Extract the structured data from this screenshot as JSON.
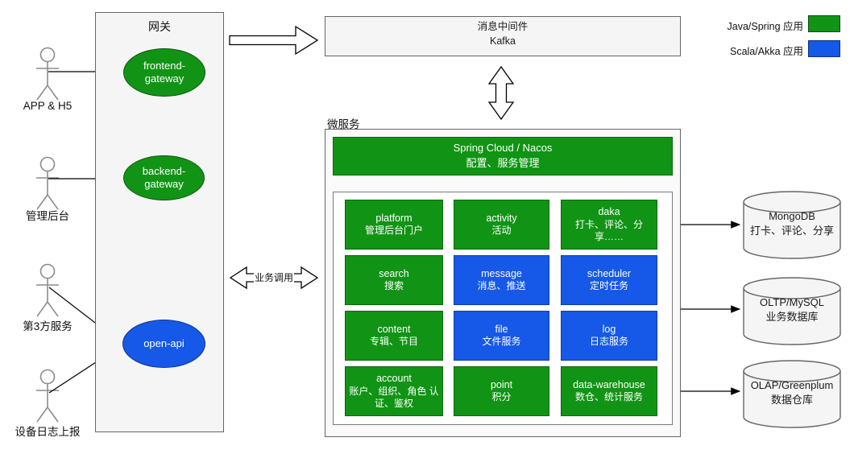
{
  "colors": {
    "green": "#119415",
    "blue": "#1659e8",
    "panel_bg": "#f5f5f5",
    "border_gray": "#666666"
  },
  "legend": [
    {
      "label": "Java/Spring 应用",
      "color": "green"
    },
    {
      "label": "Scala/Akka 应用",
      "color": "blue"
    }
  ],
  "actors": [
    {
      "label": "APP & H5"
    },
    {
      "label": "管理后台"
    },
    {
      "label": "第3方服务"
    },
    {
      "label": "设备日志上报"
    }
  ],
  "gateway": {
    "title": "网关",
    "nodes": [
      {
        "name": "frontend-gateway",
        "color": "green"
      },
      {
        "name": "backend-gateway",
        "color": "green"
      },
      {
        "name": "open-api",
        "color": "blue"
      }
    ]
  },
  "kafka": {
    "line1": "消息中间件",
    "line2": "Kafka"
  },
  "arrow_label": "业务调用",
  "microservices": {
    "label": "微服务",
    "header": {
      "line1": "Spring Cloud / Nacos",
      "line2": "配置、服务管理"
    },
    "cells": [
      {
        "en": "platform",
        "zh": "管理后台门户",
        "color": "green"
      },
      {
        "en": "activity",
        "zh": "活动",
        "color": "green"
      },
      {
        "en": "daka",
        "zh": "打卡、评论、分享……",
        "color": "green"
      },
      {
        "en": "search",
        "zh": "搜索",
        "color": "green"
      },
      {
        "en": "message",
        "zh": "消息、推送",
        "color": "blue"
      },
      {
        "en": "scheduler",
        "zh": "定时任务",
        "color": "blue"
      },
      {
        "en": "content",
        "zh": "专辑、节目",
        "color": "green"
      },
      {
        "en": "file",
        "zh": "文件服务",
        "color": "blue"
      },
      {
        "en": "log",
        "zh": "日志服务",
        "color": "blue"
      },
      {
        "en": "account",
        "zh": "账户、组织、角色 认证、鉴权",
        "color": "green"
      },
      {
        "en": "point",
        "zh": "积分",
        "color": "green"
      },
      {
        "en": "data-warehouse",
        "zh": "数仓、统计服务",
        "color": "green"
      }
    ]
  },
  "databases": [
    {
      "line1": "MongoDB",
      "line2": "打卡、评论、分享"
    },
    {
      "line1": "OLTP/MySQL",
      "line2": "业务数据库"
    },
    {
      "line1": "OLAP/Greenplum",
      "line2": "数据仓库"
    }
  ]
}
